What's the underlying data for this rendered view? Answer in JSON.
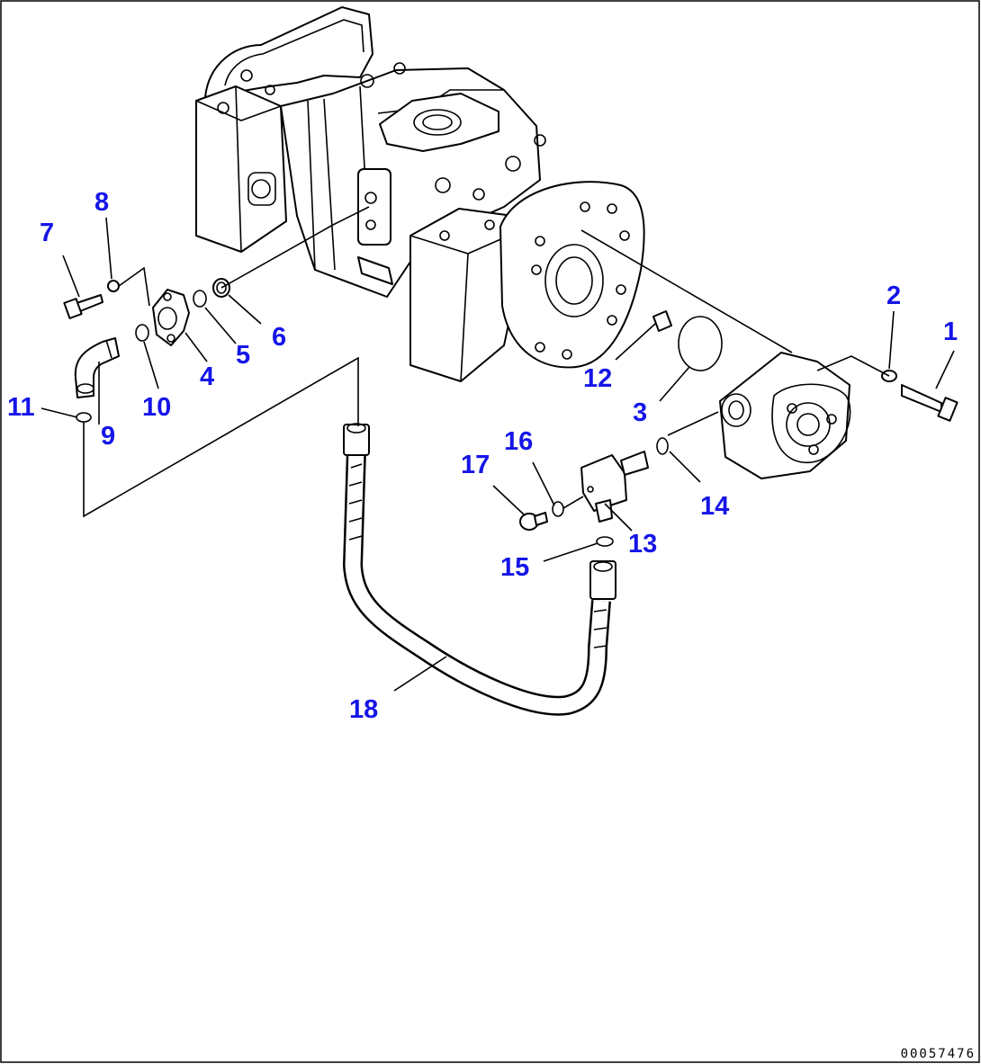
{
  "diagram": {
    "callout_color": "#1515e8",
    "document_number": "00057476",
    "callouts": [
      {
        "id": "1",
        "label": "1"
      },
      {
        "id": "2",
        "label": "2"
      },
      {
        "id": "3",
        "label": "3"
      },
      {
        "id": "4",
        "label": "4"
      },
      {
        "id": "5",
        "label": "5"
      },
      {
        "id": "6",
        "label": "6"
      },
      {
        "id": "7",
        "label": "7"
      },
      {
        "id": "8",
        "label": "8"
      },
      {
        "id": "9",
        "label": "9"
      },
      {
        "id": "10",
        "label": "10"
      },
      {
        "id": "11",
        "label": "11"
      },
      {
        "id": "12",
        "label": "12"
      },
      {
        "id": "13",
        "label": "13"
      },
      {
        "id": "14",
        "label": "14"
      },
      {
        "id": "15",
        "label": "15"
      },
      {
        "id": "16",
        "label": "16"
      },
      {
        "id": "17",
        "label": "17"
      },
      {
        "id": "18",
        "label": "18"
      }
    ]
  }
}
